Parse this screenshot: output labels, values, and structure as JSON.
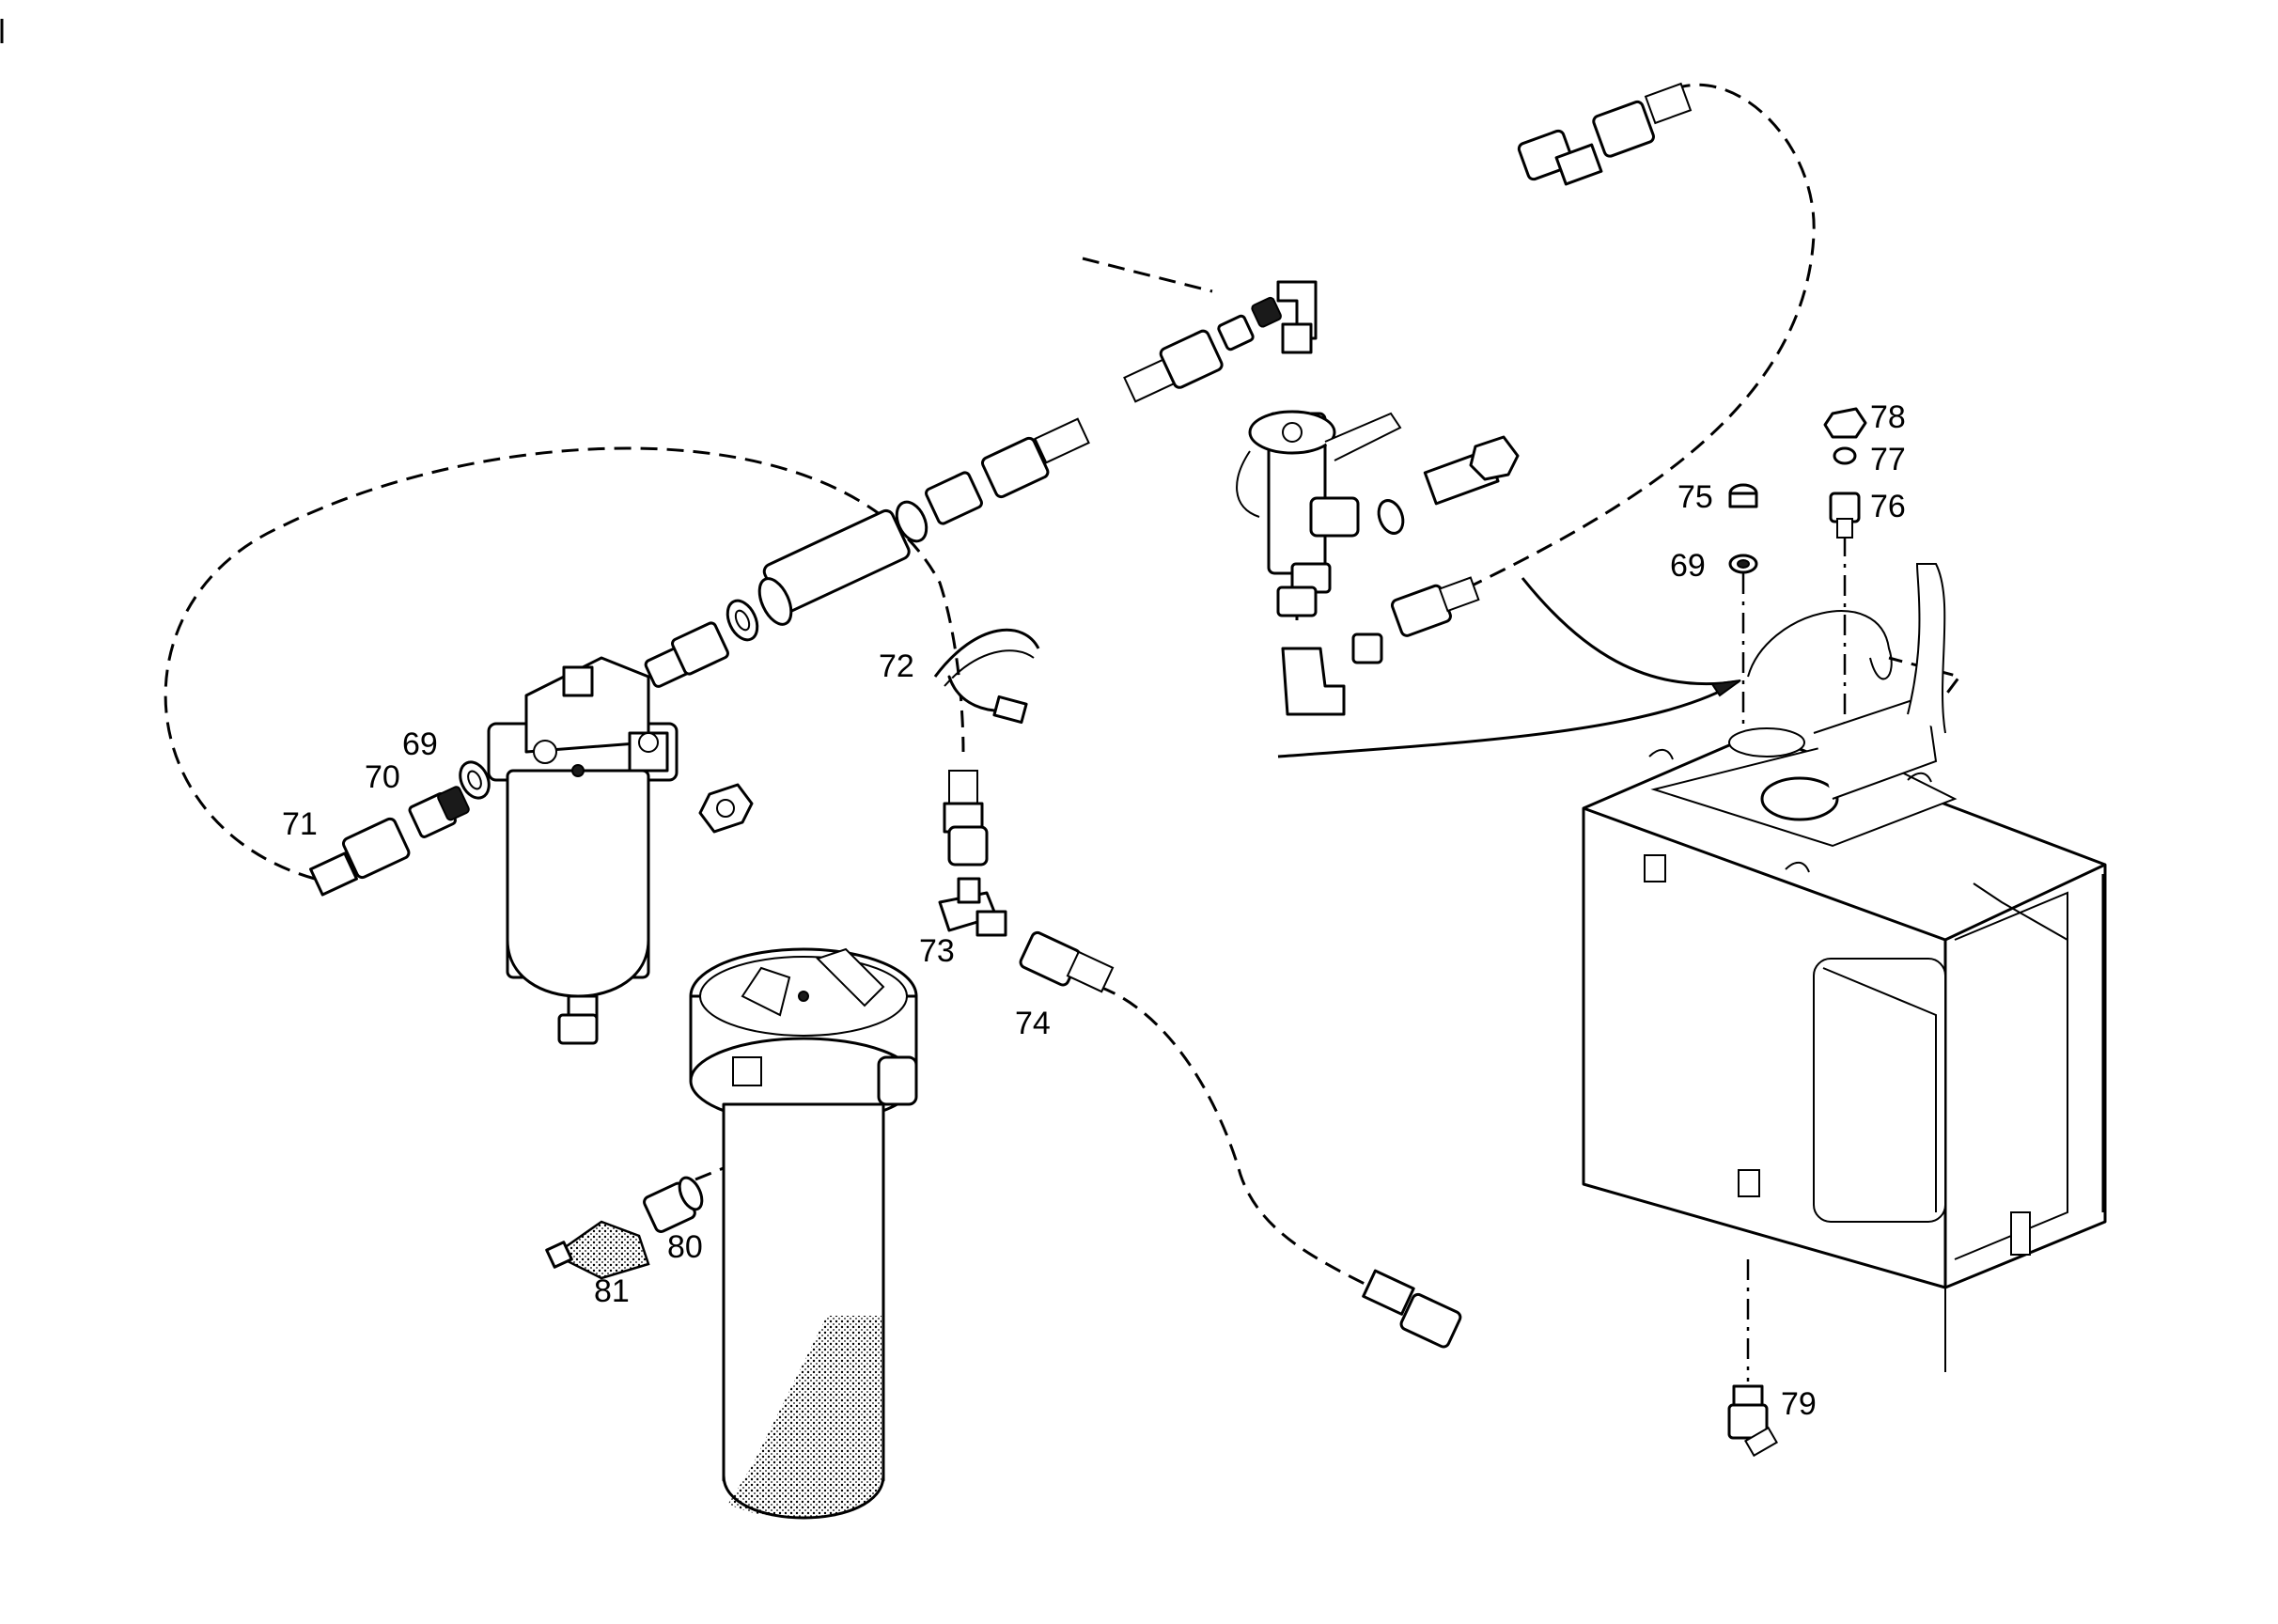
{
  "callouts": [
    {
      "id": "c69a",
      "text": "69"
    },
    {
      "id": "c69b",
      "text": "69"
    },
    {
      "id": "c70",
      "text": "70"
    },
    {
      "id": "c71",
      "text": "71"
    },
    {
      "id": "c72",
      "text": "72"
    },
    {
      "id": "c73",
      "text": "73"
    },
    {
      "id": "c74",
      "text": "74"
    },
    {
      "id": "c75",
      "text": "75"
    },
    {
      "id": "c76",
      "text": "76"
    },
    {
      "id": "c77",
      "text": "77"
    },
    {
      "id": "c78",
      "text": "78"
    },
    {
      "id": "c79",
      "text": "79"
    },
    {
      "id": "c80",
      "text": "80"
    },
    {
      "id": "c81",
      "text": "81"
    }
  ]
}
